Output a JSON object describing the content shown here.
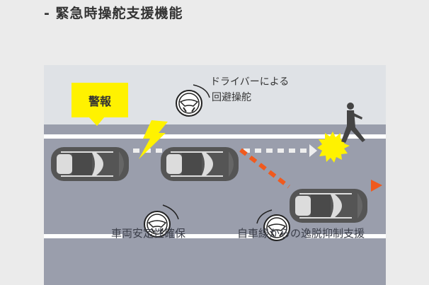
{
  "title": "- 緊急時操舵支援機能",
  "diagram": {
    "warning_label": "警報",
    "driver_steer_line1": "ドライバーによる",
    "driver_steer_line2": "回避操舵",
    "stability_label": "車両安定性確保",
    "lane_departure_label": "自車線からの逸脱抑制支援"
  },
  "colors": {
    "background": "#ebebeb",
    "sky": "#dfe2e6",
    "road": "#9a9eac",
    "warning": "#fff200",
    "avoid_path": "#f05a1e",
    "car": "#555555"
  }
}
